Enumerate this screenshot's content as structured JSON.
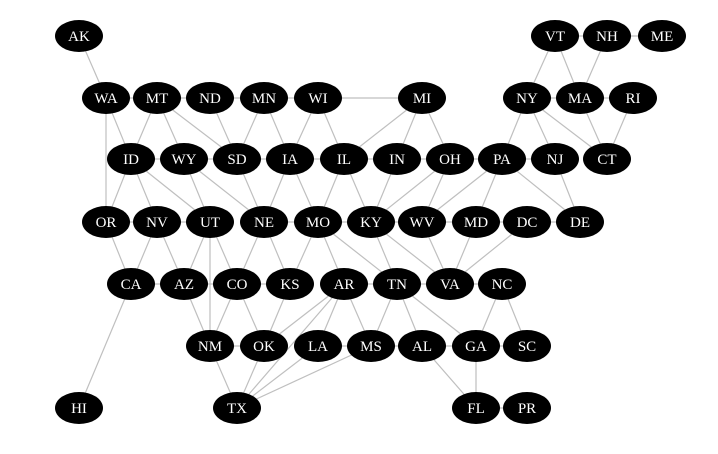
{
  "diagram": {
    "type": "graph",
    "colors": {
      "node_fill": "#000000",
      "node_text": "#ffffff",
      "edge": "#bfbfbf",
      "background": "#ffffff"
    },
    "nodes": [
      {
        "id": "AK",
        "label": "AK"
      },
      {
        "id": "VT",
        "label": "VT"
      },
      {
        "id": "NH",
        "label": "NH"
      },
      {
        "id": "ME",
        "label": "ME"
      },
      {
        "id": "WA",
        "label": "WA"
      },
      {
        "id": "MT",
        "label": "MT"
      },
      {
        "id": "ND",
        "label": "ND"
      },
      {
        "id": "MN",
        "label": "MN"
      },
      {
        "id": "WI",
        "label": "WI"
      },
      {
        "id": "MI",
        "label": "MI"
      },
      {
        "id": "NY",
        "label": "NY"
      },
      {
        "id": "MA",
        "label": "MA"
      },
      {
        "id": "RI",
        "label": "RI"
      },
      {
        "id": "ID",
        "label": "ID"
      },
      {
        "id": "WY",
        "label": "WY"
      },
      {
        "id": "SD",
        "label": "SD"
      },
      {
        "id": "IA",
        "label": "IA"
      },
      {
        "id": "IL",
        "label": "IL"
      },
      {
        "id": "IN",
        "label": "IN"
      },
      {
        "id": "OH",
        "label": "OH"
      },
      {
        "id": "PA",
        "label": "PA"
      },
      {
        "id": "NJ",
        "label": "NJ"
      },
      {
        "id": "CT",
        "label": "CT"
      },
      {
        "id": "OR",
        "label": "OR"
      },
      {
        "id": "NV",
        "label": "NV"
      },
      {
        "id": "UT",
        "label": "UT"
      },
      {
        "id": "NE",
        "label": "NE"
      },
      {
        "id": "MO",
        "label": "MO"
      },
      {
        "id": "KY",
        "label": "KY"
      },
      {
        "id": "WV",
        "label": "WV"
      },
      {
        "id": "MD",
        "label": "MD"
      },
      {
        "id": "DC",
        "label": "DC"
      },
      {
        "id": "DE",
        "label": "DE"
      },
      {
        "id": "CA",
        "label": "CA"
      },
      {
        "id": "AZ",
        "label": "AZ"
      },
      {
        "id": "CO",
        "label": "CO"
      },
      {
        "id": "KS",
        "label": "KS"
      },
      {
        "id": "AR",
        "label": "AR"
      },
      {
        "id": "TN",
        "label": "TN"
      },
      {
        "id": "VA",
        "label": "VA"
      },
      {
        "id": "NC",
        "label": "NC"
      },
      {
        "id": "NM",
        "label": "NM"
      },
      {
        "id": "OK",
        "label": "OK"
      },
      {
        "id": "LA",
        "label": "LA"
      },
      {
        "id": "MS",
        "label": "MS"
      },
      {
        "id": "AL",
        "label": "AL"
      },
      {
        "id": "GA",
        "label": "GA"
      },
      {
        "id": "SC",
        "label": "SC"
      },
      {
        "id": "HI",
        "label": "HI"
      },
      {
        "id": "TX",
        "label": "TX"
      },
      {
        "id": "FL",
        "label": "FL"
      },
      {
        "id": "PR",
        "label": "PR"
      }
    ],
    "edges": [
      [
        "AK",
        "WA"
      ],
      [
        "VT",
        "NH"
      ],
      [
        "NH",
        "ME"
      ],
      [
        "VT",
        "NY"
      ],
      [
        "VT",
        "MA"
      ],
      [
        "NH",
        "MA"
      ],
      [
        "WA",
        "MT"
      ],
      [
        "WA",
        "ID"
      ],
      [
        "WA",
        "OR"
      ],
      [
        "MT",
        "ND"
      ],
      [
        "ND",
        "MN"
      ],
      [
        "MN",
        "WI"
      ],
      [
        "WI",
        "MI"
      ],
      [
        "NY",
        "MA"
      ],
      [
        "MA",
        "RI"
      ],
      [
        "NY",
        "PA"
      ],
      [
        "NY",
        "NJ"
      ],
      [
        "NY",
        "CT"
      ],
      [
        "MA",
        "CT"
      ],
      [
        "RI",
        "CT"
      ],
      [
        "MT",
        "ID"
      ],
      [
        "MT",
        "WY"
      ],
      [
        "MT",
        "SD"
      ],
      [
        "ND",
        "SD"
      ],
      [
        "MN",
        "SD"
      ],
      [
        "MN",
        "IA"
      ],
      [
        "WI",
        "IA"
      ],
      [
        "WI",
        "IL"
      ],
      [
        "MI",
        "IN"
      ],
      [
        "MI",
        "OH"
      ],
      [
        "MI",
        "IL"
      ],
      [
        "ID",
        "WY"
      ],
      [
        "WY",
        "SD"
      ],
      [
        "SD",
        "IA"
      ],
      [
        "IA",
        "IL"
      ],
      [
        "IL",
        "IN"
      ],
      [
        "IN",
        "OH"
      ],
      [
        "OH",
        "PA"
      ],
      [
        "PA",
        "NJ"
      ],
      [
        "ID",
        "OR"
      ],
      [
        "ID",
        "NV"
      ],
      [
        "ID",
        "UT"
      ],
      [
        "WY",
        "UT"
      ],
      [
        "WY",
        "NE"
      ],
      [
        "SD",
        "NE"
      ],
      [
        "IA",
        "NE"
      ],
      [
        "IA",
        "MO"
      ],
      [
        "IL",
        "MO"
      ],
      [
        "IL",
        "KY"
      ],
      [
        "IN",
        "KY"
      ],
      [
        "OH",
        "KY"
      ],
      [
        "OH",
        "WV"
      ],
      [
        "PA",
        "WV"
      ],
      [
        "PA",
        "MD"
      ],
      [
        "PA",
        "DE"
      ],
      [
        "NJ",
        "DE"
      ],
      [
        "OR",
        "NV"
      ],
      [
        "NV",
        "UT"
      ],
      [
        "NE",
        "MO"
      ],
      [
        "MO",
        "KY"
      ],
      [
        "KY",
        "WV"
      ],
      [
        "WV",
        "MD"
      ],
      [
        "MD",
        "DC"
      ],
      [
        "DC",
        "DE"
      ],
      [
        "OR",
        "CA"
      ],
      [
        "NV",
        "CA"
      ],
      [
        "NV",
        "AZ"
      ],
      [
        "UT",
        "AZ"
      ],
      [
        "UT",
        "CO"
      ],
      [
        "UT",
        "NM"
      ],
      [
        "NE",
        "CO"
      ],
      [
        "NE",
        "KS"
      ],
      [
        "MO",
        "KS"
      ],
      [
        "MO",
        "AR"
      ],
      [
        "MO",
        "TN"
      ],
      [
        "KY",
        "TN"
      ],
      [
        "KY",
        "VA"
      ],
      [
        "WV",
        "VA"
      ],
      [
        "MD",
        "VA"
      ],
      [
        "DC",
        "VA"
      ],
      [
        "CA",
        "AZ"
      ],
      [
        "AZ",
        "CO"
      ],
      [
        "CO",
        "KS"
      ],
      [
        "AR",
        "TN"
      ],
      [
        "TN",
        "VA"
      ],
      [
        "VA",
        "NC"
      ],
      [
        "CA",
        "HI"
      ],
      [
        "AZ",
        "NM"
      ],
      [
        "CO",
        "NM"
      ],
      [
        "CO",
        "OK"
      ],
      [
        "KS",
        "OK"
      ],
      [
        "AR",
        "OK"
      ],
      [
        "AR",
        "TX"
      ],
      [
        "AR",
        "LA"
      ],
      [
        "AR",
        "MS"
      ],
      [
        "TN",
        "MS"
      ],
      [
        "TN",
        "AL"
      ],
      [
        "TN",
        "GA"
      ],
      [
        "NC",
        "GA"
      ],
      [
        "NC",
        "SC"
      ],
      [
        "NM",
        "OK"
      ],
      [
        "LA",
        "MS"
      ],
      [
        "MS",
        "AL"
      ],
      [
        "AL",
        "GA"
      ],
      [
        "GA",
        "SC"
      ],
      [
        "NM",
        "TX"
      ],
      [
        "OK",
        "TX"
      ],
      [
        "LA",
        "TX"
      ],
      [
        "MS",
        "TX"
      ],
      [
        "AL",
        "FL"
      ],
      [
        "GA",
        "FL"
      ],
      [
        "FL",
        "PR"
      ]
    ]
  }
}
